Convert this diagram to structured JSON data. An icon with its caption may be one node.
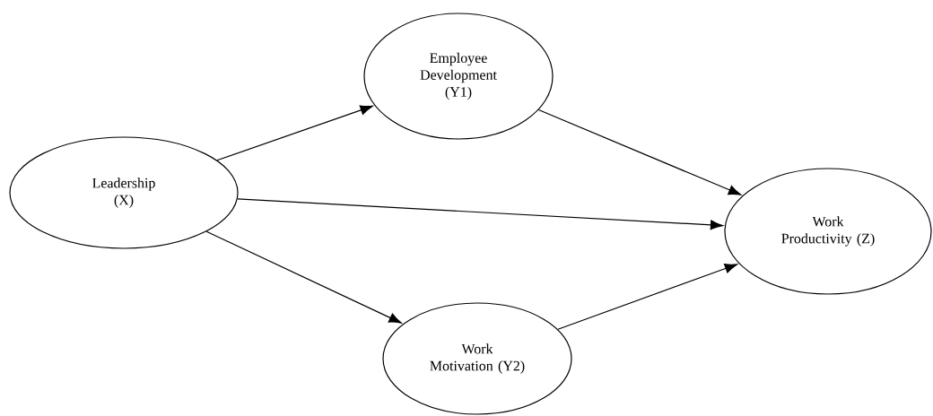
{
  "diagram": {
    "nodes": [
      {
        "text": [
          "Leadership (X)"
        ]
      },
      {
        "text": [
          "Employee Development (Y1)"
        ]
      },
      {
        "text": [
          "Work Productivity (Z)"
        ]
      },
      {
        "text": [
          "Work Motivation (Y2)"
        ]
      }
    ],
    "edges": [
      {
        "from": 0,
        "to": 1,
        "arrow": "to"
      },
      {
        "from": 0,
        "to": 2,
        "arrow": "to"
      },
      {
        "from": 0,
        "to": 3,
        "arrow": "to"
      },
      {
        "from": 1,
        "to": 2,
        "arrow": "to"
      },
      {
        "from": 3,
        "to": 2,
        "arrow": "to"
      }
    ]
  }
}
